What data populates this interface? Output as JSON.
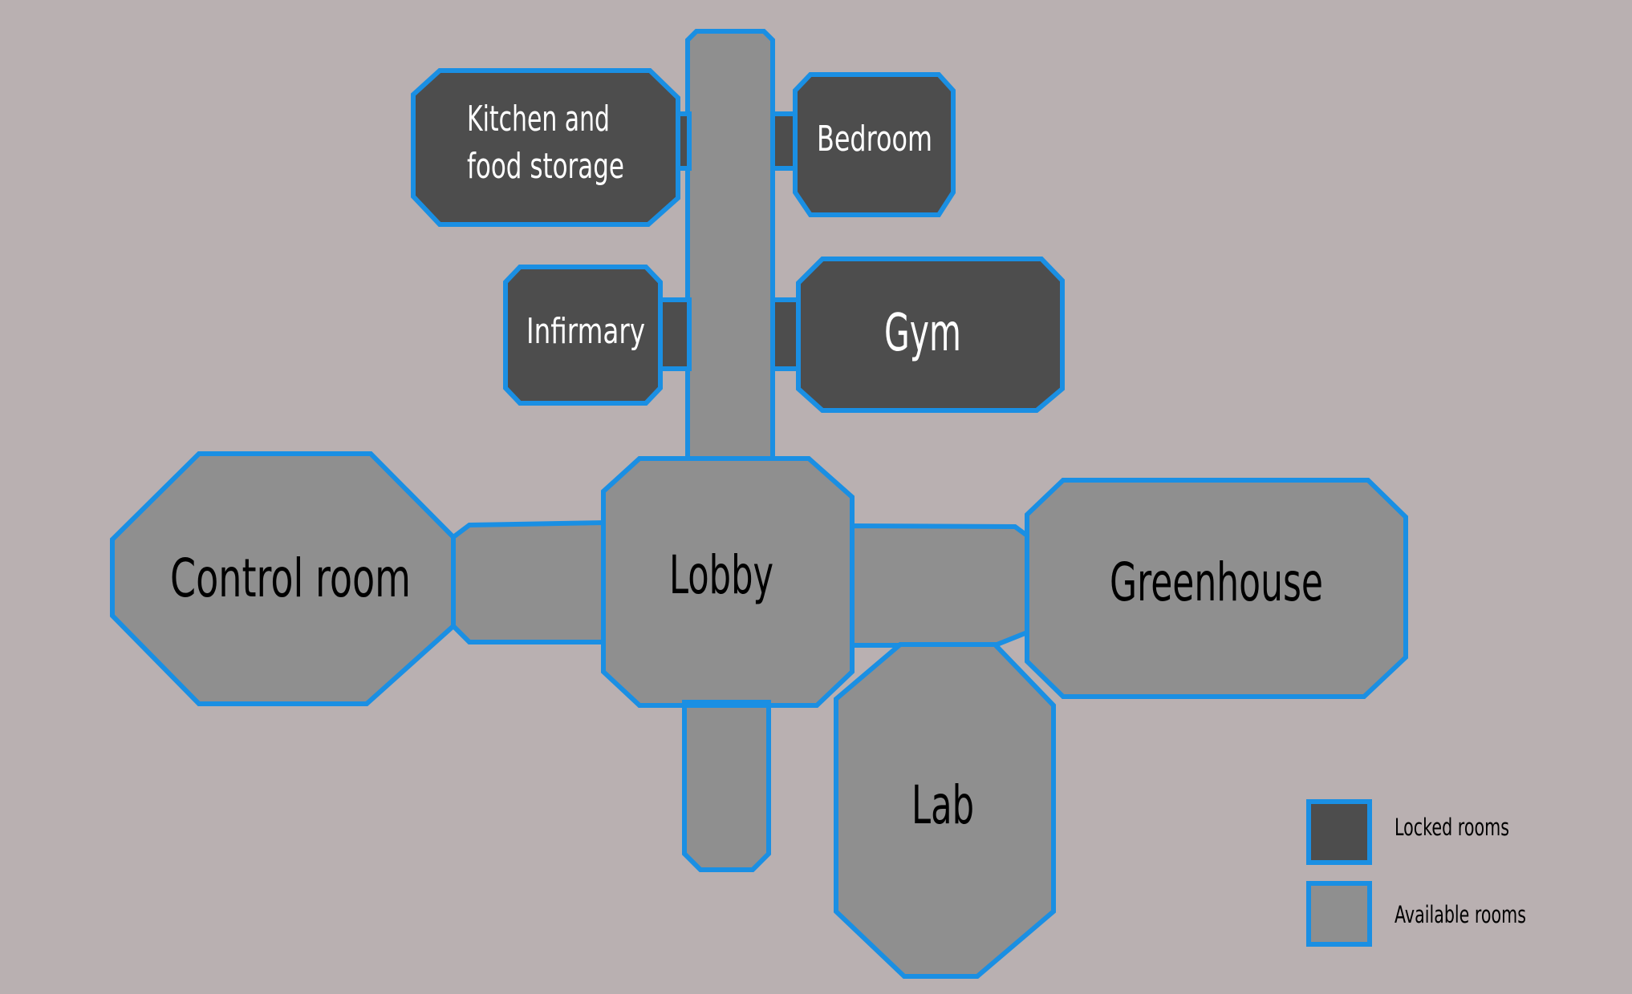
{
  "colors": {
    "background": "#b9b0b1",
    "outline": "#1a8fe3",
    "locked_fill": "#4d4d4d",
    "available_fill": "#8f8f8f",
    "locked_text": "#ffffff",
    "available_text": "#000000"
  },
  "rooms": {
    "kitchen": {
      "line1": "Kitchen and",
      "line2": "food storage",
      "status": "locked"
    },
    "bedroom": {
      "label": "Bedroom",
      "status": "locked"
    },
    "infirmary": {
      "label": "Infirmary",
      "status": "locked"
    },
    "gym": {
      "label": "Gym",
      "status": "locked"
    },
    "control_room": {
      "label": "Control room",
      "status": "available"
    },
    "lobby": {
      "label": "Lobby",
      "status": "available"
    },
    "greenhouse": {
      "label": "Greenhouse",
      "status": "available"
    },
    "lab": {
      "label": "Lab",
      "status": "available"
    }
  },
  "legend": {
    "locked": "Locked rooms",
    "available": "Available rooms"
  }
}
